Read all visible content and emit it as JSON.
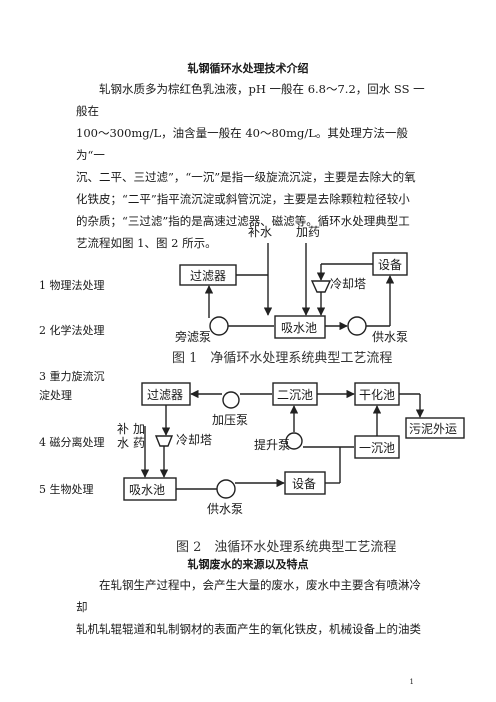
{
  "document": {
    "title": "轧钢循环水处理技术介绍",
    "intro_lines": [
      "轧钢水质多为棕红色乳浊液，pH 一般在 6.8～7.2，回水 SS 一般在",
      "100～300mg/L，油含量一般在 40～80mg/L。其处理方法一般为“一",
      "沉、二平、三过滤”，“一沉”是指一级旋流沉淀，主要是去除大的氧",
      "化铁皮；“二平”指平流沉淀或斜管沉淀，主要是去除颗粒粒径较小",
      "的杂质；“三过滤”指的是高速过滤器、磁滤等。循环水处理典型工",
      "艺流程如图 1、图 2 所示。"
    ],
    "methods": [
      "1  物理法处理",
      "2  化学法处理",
      "3  重力旋流沉",
      "淀处理",
      "4  磁分离处理",
      "5  生物处理"
    ],
    "section2_title": "轧钢废水的来源以及特点",
    "section2_lines": [
      "在轧钢生产过程中，会产生大量的废水，废水中主要含有喷淋冷却",
      "轧机轧辊辊道和轧制钢材的表面产生的氧化铁皮，机械设备上的油类"
    ],
    "page_number": "1"
  },
  "figure1": {
    "caption": "图 1　净循环水处理系统典型工艺流程",
    "labels": {
      "makeup_water": "补水",
      "dosing": "加药",
      "filter": "过滤器",
      "equipment": "设备",
      "cooling_tower": "冷却塔",
      "bypass_pump": "旁滤泵",
      "suction_tank": "吸水池",
      "supply_pump": "供水泵"
    }
  },
  "figure2": {
    "caption": "图 2　浊循环水处理系统典型工艺流程",
    "labels": {
      "filter": "过滤器",
      "second_settling": "二沉池",
      "drying_tank": "干化池",
      "booster_pump": "加压泵",
      "sludge_out": "污泥外运",
      "makeup_water": "补水",
      "dosing": "加药",
      "cooling_tower": "冷却塔",
      "lift_pump": "提升泵",
      "first_settling": "一沉池",
      "suction_tank": "吸水池",
      "equipment": "设备",
      "supply_pump": "供水泵"
    }
  },
  "colors": {
    "text": "#1a1a1a",
    "caption": "#333333",
    "line": "#222222"
  }
}
